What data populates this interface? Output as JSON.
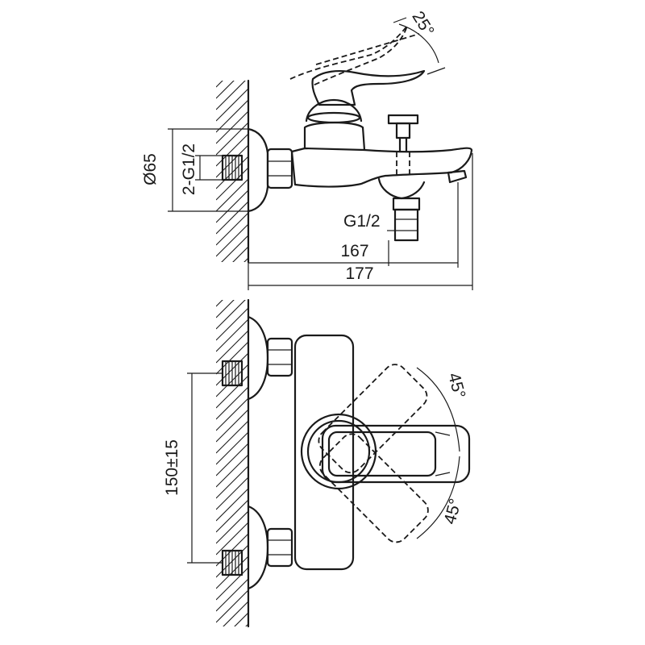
{
  "dimensions": {
    "diameter": "Ø65",
    "connection": "2-G1/2",
    "outlet_thread": "G1/2",
    "spout_reach": "167",
    "overall_length": "177",
    "centers": "150±15",
    "lever_tilt": "25°",
    "rotation_left": "45°",
    "rotation_right": "45°"
  }
}
